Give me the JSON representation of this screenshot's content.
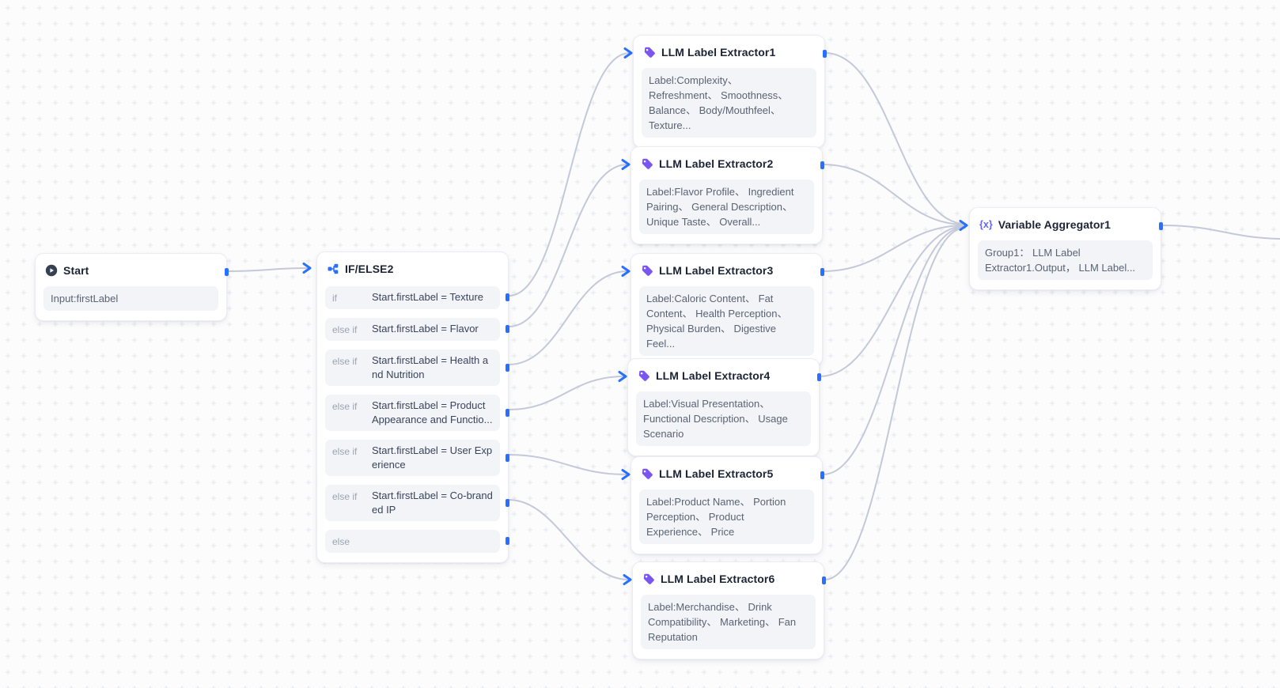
{
  "colors": {
    "accent_blue": "#2970ff",
    "tag_icon_purple": "#7a55f0",
    "variable_icon_indigo": "#6366f1",
    "start_icon_dark": "#354052",
    "edge_gray": "#c4c9d9",
    "grid_plus": "#e9edf1",
    "node_bg": "#ffffff",
    "content_box_bg": "#f2f4f8"
  },
  "nodes": {
    "start": {
      "icon": "play-circle-icon",
      "title": "Start",
      "input": "Input:firstLabel"
    },
    "ifelse": {
      "icon": "branch-icon",
      "title": "IF/ELSE2",
      "rows": [
        {
          "keyword": "if",
          "condition": "Start.firstLabel = Texture"
        },
        {
          "keyword": "else if",
          "condition": "Start.firstLabel = Flavor"
        },
        {
          "keyword": "else if",
          "condition": "Start.firstLabel = Health and Nutrition"
        },
        {
          "keyword": "else if",
          "condition": "Start.firstLabel = Product Appearance and Functio..."
        },
        {
          "keyword": "else if",
          "condition": "Start.firstLabel = User Experience"
        },
        {
          "keyword": "else if",
          "condition": "Start.firstLabel = Co-branded IP"
        },
        {
          "keyword": "else",
          "condition": ""
        }
      ]
    },
    "extractors": [
      {
        "icon": "tag-icon",
        "title": "LLM Label Extractor1",
        "labels": "Label:Complexity、 Refreshment、 Smoothness、 Balance、 Body/Mouthfeel、 Texture..."
      },
      {
        "icon": "tag-icon",
        "title": "LLM Label Extractor2",
        "labels": "Label:Flavor Profile、 Ingredient Pairing、 General Description、 Unique Taste、 Overall..."
      },
      {
        "icon": "tag-icon",
        "title": "LLM Label Extractor3",
        "labels": "Label:Caloric Content、 Fat Content、 Health Perception、 Physical Burden、 Digestive Feel..."
      },
      {
        "icon": "tag-icon",
        "title": "LLM Label Extractor4",
        "labels": "Label:Visual Presentation、 Functional Description、 Usage Scenario"
      },
      {
        "icon": "tag-icon",
        "title": "LLM Label Extractor5",
        "labels": "Label:Product Name、 Portion Perception、 Product Experience、 Price"
      },
      {
        "icon": "tag-icon",
        "title": "LLM Label Extractor6",
        "labels": "Label:Merchandise、 Drink Compatibility、 Marketing、 Fan Reputation"
      }
    ],
    "aggregator": {
      "icon": "variable-x-icon",
      "icon_glyph": "{x}",
      "title": "Variable Aggregator1",
      "content": "Group1： LLM Label Extractor1.Output， LLM Label..."
    }
  }
}
